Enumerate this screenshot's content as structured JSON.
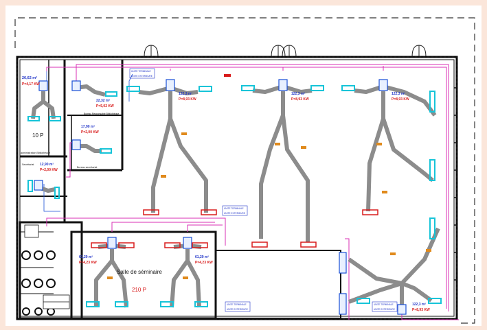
{
  "drawing": {
    "rooms": [
      {
        "id": "r1",
        "area": "26,62 m²",
        "power": "P=4,17 KW",
        "occupancy": "10 P"
      },
      {
        "id": "r2",
        "area": "22,32 m²",
        "power": "P=5,02 KW"
      },
      {
        "id": "r3",
        "area": "17,90 m²",
        "power": "P=2,00 KW"
      },
      {
        "id": "r4",
        "area": "12,90 m²",
        "power": "P=2,00 KW"
      },
      {
        "id": "hallA",
        "area": "122,3 m²",
        "power": "P=8,93 KW"
      },
      {
        "id": "hallB",
        "area": "122,3 m²",
        "power": "P=8,93 KW"
      },
      {
        "id": "hallC",
        "area": "122,3 m²",
        "power": "P=8,93 KW"
      },
      {
        "id": "hallD",
        "area": "122,3 m²",
        "power": "P=8,93 KW"
      },
      {
        "id": "semL",
        "area": "61,29 m²",
        "power": "P=4,23 KW"
      },
      {
        "id": "semR",
        "area": "61,29 m²",
        "power": "P=4,23 KW"
      }
    ],
    "room_labels": {
      "seminar": "Salle de séminaire",
      "seminar_capacity": "210 P",
      "library_admin": "administration Bibliothèque",
      "library_office": "Bureau Responsable Bibliothèque",
      "secretary": "Bureau secrétariat",
      "secretariat": "Secrétariat"
    },
    "tags": {
      "cassette": "UNITE TERMINALE",
      "outdoor": "UNITE EXTERIEURE"
    },
    "colors": {
      "wall": "#111111",
      "duct": "#8c8c8c",
      "unit": "#1a4fd6",
      "supply": "#16c4d8",
      "pipe": "#d92fb5",
      "power_text": "#d81b1b",
      "area_text": "#1f33c8",
      "duct_tag": "#e08a1c"
    }
  }
}
